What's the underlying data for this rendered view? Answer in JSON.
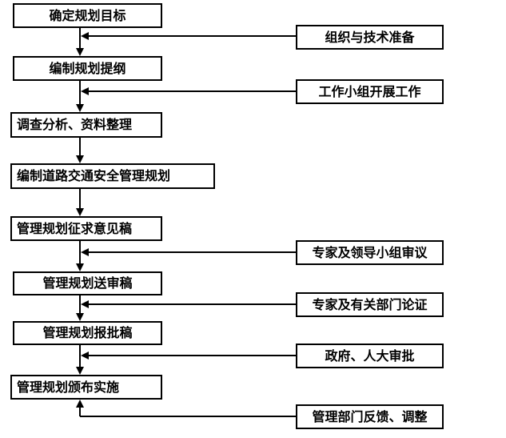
{
  "main_steps": [
    "确定规划目标",
    "编制规划提纲",
    "调查分析、资料整理",
    "编制道路交通安全管理规划",
    "管理规划征求意见稿",
    "管理规划送审稿",
    "管理规划报批稿",
    "管理规划颁布实施"
  ],
  "side_inputs": [
    "组织与技术准备",
    "工作小组开展工作",
    "专家及领导小组审议",
    "专家及有关部门论证",
    "政府、人大审批",
    "管理部门反馈、调整"
  ]
}
